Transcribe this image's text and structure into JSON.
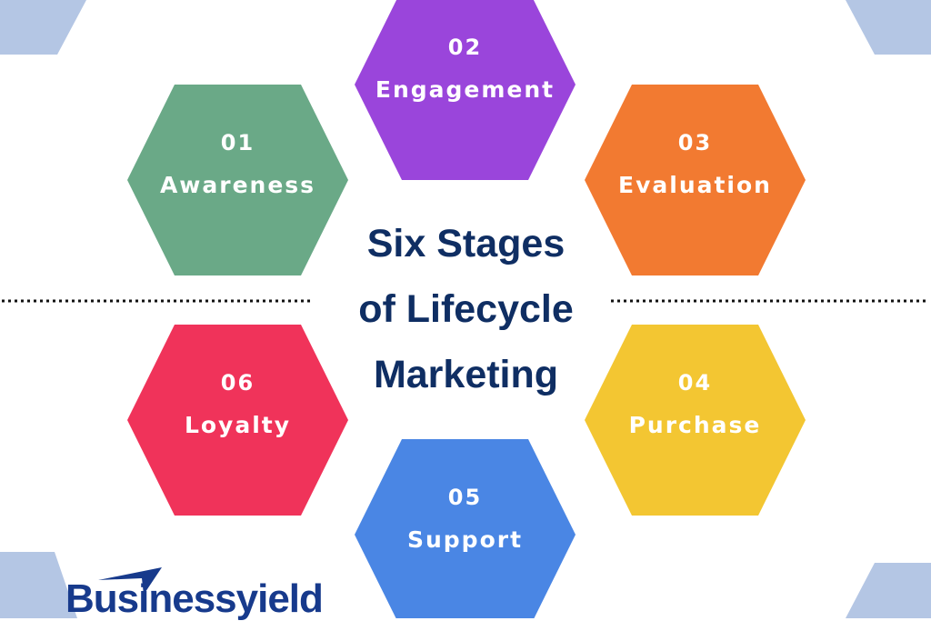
{
  "title": [
    "Six Stages",
    "of Lifecycle",
    "Marketing"
  ],
  "stages": [
    {
      "num": "01",
      "name": "Awareness",
      "color": "#6aa987"
    },
    {
      "num": "02",
      "name": "Engagement",
      "color": "#9a45db"
    },
    {
      "num": "03",
      "name": "Evaluation",
      "color": "#f27a31"
    },
    {
      "num": "04",
      "name": "Purchase",
      "color": "#f3c632"
    },
    {
      "num": "05",
      "name": "Support",
      "color": "#4a86e4"
    },
    {
      "num": "06",
      "name": "Loyalty",
      "color": "#f0335a"
    }
  ],
  "logo": "Businessyield",
  "colors": {
    "title": "#0f2e63",
    "corner": "#b4c6e4"
  }
}
